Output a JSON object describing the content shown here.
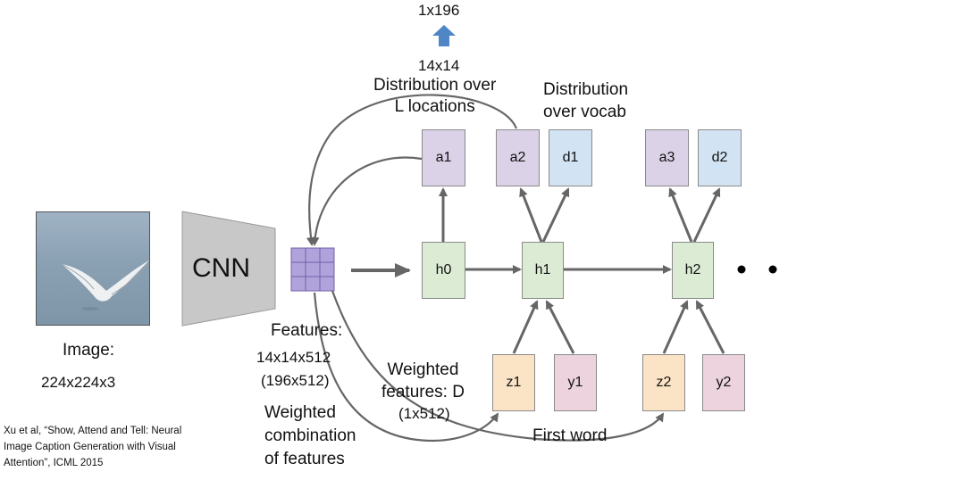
{
  "top": {
    "output_size": "1x196",
    "grid_size": "14x14",
    "distribution_locations": "Distribution over\nL locations",
    "distribution_vocab": "Distribution\nover vocab"
  },
  "image": {
    "label": "Image:",
    "size": "224x224x3"
  },
  "cnn": {
    "label": "CNN"
  },
  "features": {
    "label": "Features:",
    "dims": "14x14x512",
    "dims_flat": "(196x512)"
  },
  "weighted_combination": "Weighted\ncombination\nof features",
  "weighted_features": {
    "label": "Weighted\nfeatures: D",
    "dims": "(1x512)"
  },
  "first_word": "First word",
  "nodes": {
    "a1": "a1",
    "a2": "a2",
    "d1": "d1",
    "a3": "a3",
    "d2": "d2",
    "h0": "h0",
    "h1": "h1",
    "h2": "h2",
    "z1": "z1",
    "y1": "y1",
    "z2": "z2",
    "y2": "y2"
  },
  "citation": "Xu et al, “Show, Attend and Tell: Neural\nImage Caption Generation with Visual\nAttention”, ICML 2015",
  "colors": {
    "attention": "#dcd2e8",
    "vocab": "#d2e3f3",
    "hidden": "#dcecd4",
    "weighted": "#fbe3c6",
    "word": "#ecd3de",
    "arrow": "#666666",
    "up_arrow": "#4f86c6",
    "feature_grid": "#9f8ed0"
  }
}
